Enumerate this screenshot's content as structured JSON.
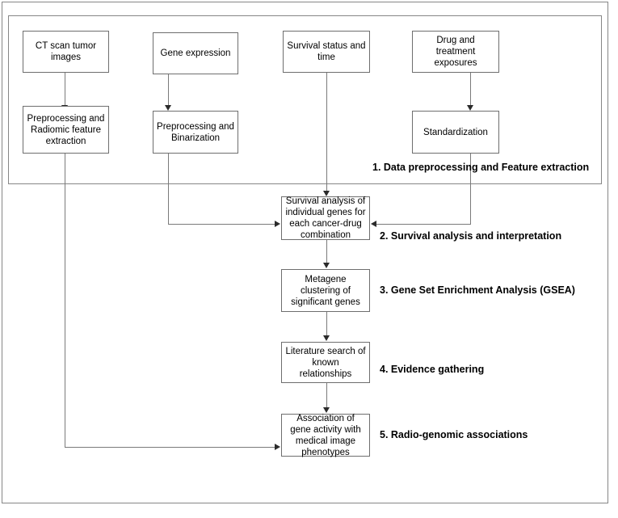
{
  "diagram": {
    "title": "Radio-genomic analysis pipeline flowchart",
    "type": "flowchart",
    "colors": {
      "background": "#ffffff",
      "frame_border": "#868686",
      "node_border": "#6e6e6e",
      "edge": "#7a7a7a",
      "arrowhead": "#2b2b2b",
      "text": "#000000"
    },
    "sections": [
      {
        "id": "section-1",
        "label": "1. Data preprocessing and Feature extraction",
        "bordered": true
      },
      {
        "id": "section-2",
        "label": "2. Survival analysis and interpretation",
        "bordered": false
      },
      {
        "id": "section-3",
        "label": "3. Gene Set Enrichment Analysis (GSEA)",
        "bordered": false
      },
      {
        "id": "section-4",
        "label": "4. Evidence gathering",
        "bordered": false
      },
      {
        "id": "section-5",
        "label": "5. Radio-genomic associations",
        "bordered": false
      }
    ],
    "nodes": [
      {
        "id": "ct-scan-tumor-images",
        "label": "CT scan tumor images"
      },
      {
        "id": "gene-expression",
        "label": "Gene expression"
      },
      {
        "id": "survival-status-and-time",
        "label": "Survival status and time"
      },
      {
        "id": "drug-and-treatment-exposures",
        "label": "Drug and treatment exposures"
      },
      {
        "id": "preprocessing-radiomic-feature-extraction",
        "label": "Preprocessing and Radiomic feature extraction"
      },
      {
        "id": "preprocessing-binarization",
        "label": "Preprocessing and Binarization"
      },
      {
        "id": "standardization",
        "label": "Standardization"
      },
      {
        "id": "survival-analysis-individual-genes",
        "label": "Survival analysis of individual genes for each cancer-drug combination"
      },
      {
        "id": "metagene-clustering",
        "label": "Metagene clustering of significant genes"
      },
      {
        "id": "literature-search",
        "label": "Literature search of known relationships"
      },
      {
        "id": "association-gene-activity-image-phenotypes",
        "label": "Association of gene activity with medical image phenotypes"
      }
    ],
    "edges": [
      {
        "from": "ct-scan-tumor-images",
        "to": "preprocessing-radiomic-feature-extraction",
        "direction": "down"
      },
      {
        "from": "gene-expression",
        "to": "preprocessing-binarization",
        "direction": "down"
      },
      {
        "from": "drug-and-treatment-exposures",
        "to": "standardization",
        "direction": "down"
      },
      {
        "from": "survival-status-and-time",
        "to": "survival-analysis-individual-genes",
        "direction": "down"
      },
      {
        "from": "preprocessing-binarization",
        "to": "survival-analysis-individual-genes",
        "direction": "right"
      },
      {
        "from": "standardization",
        "to": "survival-analysis-individual-genes",
        "direction": "left"
      },
      {
        "from": "survival-analysis-individual-genes",
        "to": "metagene-clustering",
        "direction": "down"
      },
      {
        "from": "metagene-clustering",
        "to": "literature-search",
        "direction": "down"
      },
      {
        "from": "literature-search",
        "to": "association-gene-activity-image-phenotypes",
        "direction": "down"
      },
      {
        "from": "preprocessing-radiomic-feature-extraction",
        "to": "association-gene-activity-image-phenotypes",
        "direction": "right"
      }
    ]
  }
}
